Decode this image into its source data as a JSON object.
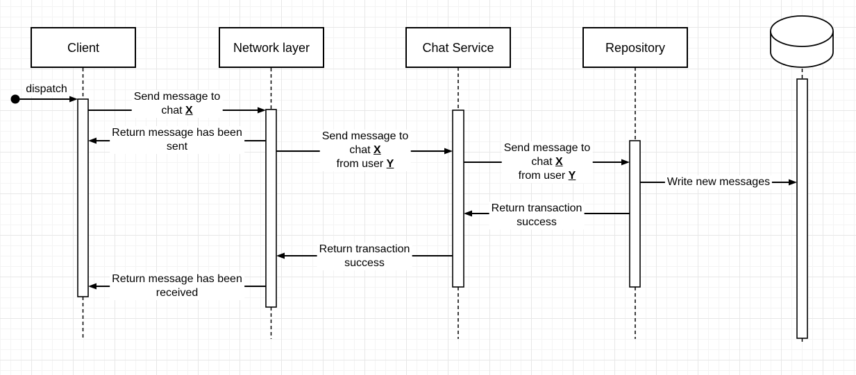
{
  "diagram": {
    "kind": "uml-sequence-diagram",
    "colors": {
      "stroke": "#000000",
      "shape_fill": "#ffffff",
      "background": "#ffffff",
      "grid_minor": "#f4f4f4",
      "grid_major": "#e7e7e7"
    },
    "start_marker": "filled-circle",
    "actors": [
      {
        "id": "client",
        "label": "Client",
        "shape": "rect"
      },
      {
        "id": "network_layer",
        "label": "Network layer",
        "shape": "rect"
      },
      {
        "id": "chat_service",
        "label": "Chat Service",
        "shape": "rect"
      },
      {
        "id": "repository",
        "label": "Repository",
        "shape": "rect"
      },
      {
        "id": "database",
        "label": "",
        "shape": "cylinder"
      }
    ],
    "messages": [
      {
        "id": "dispatch",
        "from": "start",
        "to": "client",
        "direction": "right",
        "rows": [
          [
            {
              "t": "dispatch"
            }
          ]
        ]
      },
      {
        "id": "send_message_to_chat",
        "from": "client",
        "to": "network_layer",
        "direction": "right",
        "rows": [
          [
            {
              "t": "Send message to"
            }
          ],
          [
            {
              "t": "chat "
            },
            {
              "t": "X",
              "u": true
            }
          ]
        ]
      },
      {
        "id": "return_message_sent",
        "from": "network_layer",
        "to": "client",
        "direction": "left",
        "rows": [
          [
            {
              "t": "Return message has been"
            }
          ],
          [
            {
              "t": "sent"
            }
          ]
        ]
      },
      {
        "id": "send_message_to_chat_from_user_1",
        "from": "network_layer",
        "to": "chat_service",
        "direction": "right",
        "rows": [
          [
            {
              "t": "Send message to"
            }
          ],
          [
            {
              "t": "chat "
            },
            {
              "t": "X",
              "u": true
            }
          ],
          [
            {
              "t": "from user "
            },
            {
              "t": "Y",
              "u": true
            }
          ]
        ]
      },
      {
        "id": "send_message_to_chat_from_user_2",
        "from": "chat_service",
        "to": "repository",
        "direction": "right",
        "rows": [
          [
            {
              "t": "Send message to"
            }
          ],
          [
            {
              "t": "chat "
            },
            {
              "t": "X",
              "u": true
            }
          ],
          [
            {
              "t": "from user "
            },
            {
              "t": "Y",
              "u": true
            }
          ]
        ]
      },
      {
        "id": "write_new_messages",
        "from": "repository",
        "to": "database",
        "direction": "right",
        "rows": [
          [
            {
              "t": "Write new messages"
            }
          ]
        ]
      },
      {
        "id": "return_transaction_success_1",
        "from": "repository",
        "to": "chat_service",
        "direction": "left",
        "rows": [
          [
            {
              "t": "Return transaction"
            }
          ],
          [
            {
              "t": "success"
            }
          ]
        ]
      },
      {
        "id": "return_transaction_success_2",
        "from": "chat_service",
        "to": "network_layer",
        "direction": "left",
        "rows": [
          [
            {
              "t": "Return transaction"
            }
          ],
          [
            {
              "t": "success"
            }
          ]
        ]
      },
      {
        "id": "return_message_received",
        "from": "network_layer",
        "to": "client",
        "direction": "left",
        "rows": [
          [
            {
              "t": "Return message has been"
            }
          ],
          [
            {
              "t": "received"
            }
          ]
        ]
      }
    ]
  }
}
